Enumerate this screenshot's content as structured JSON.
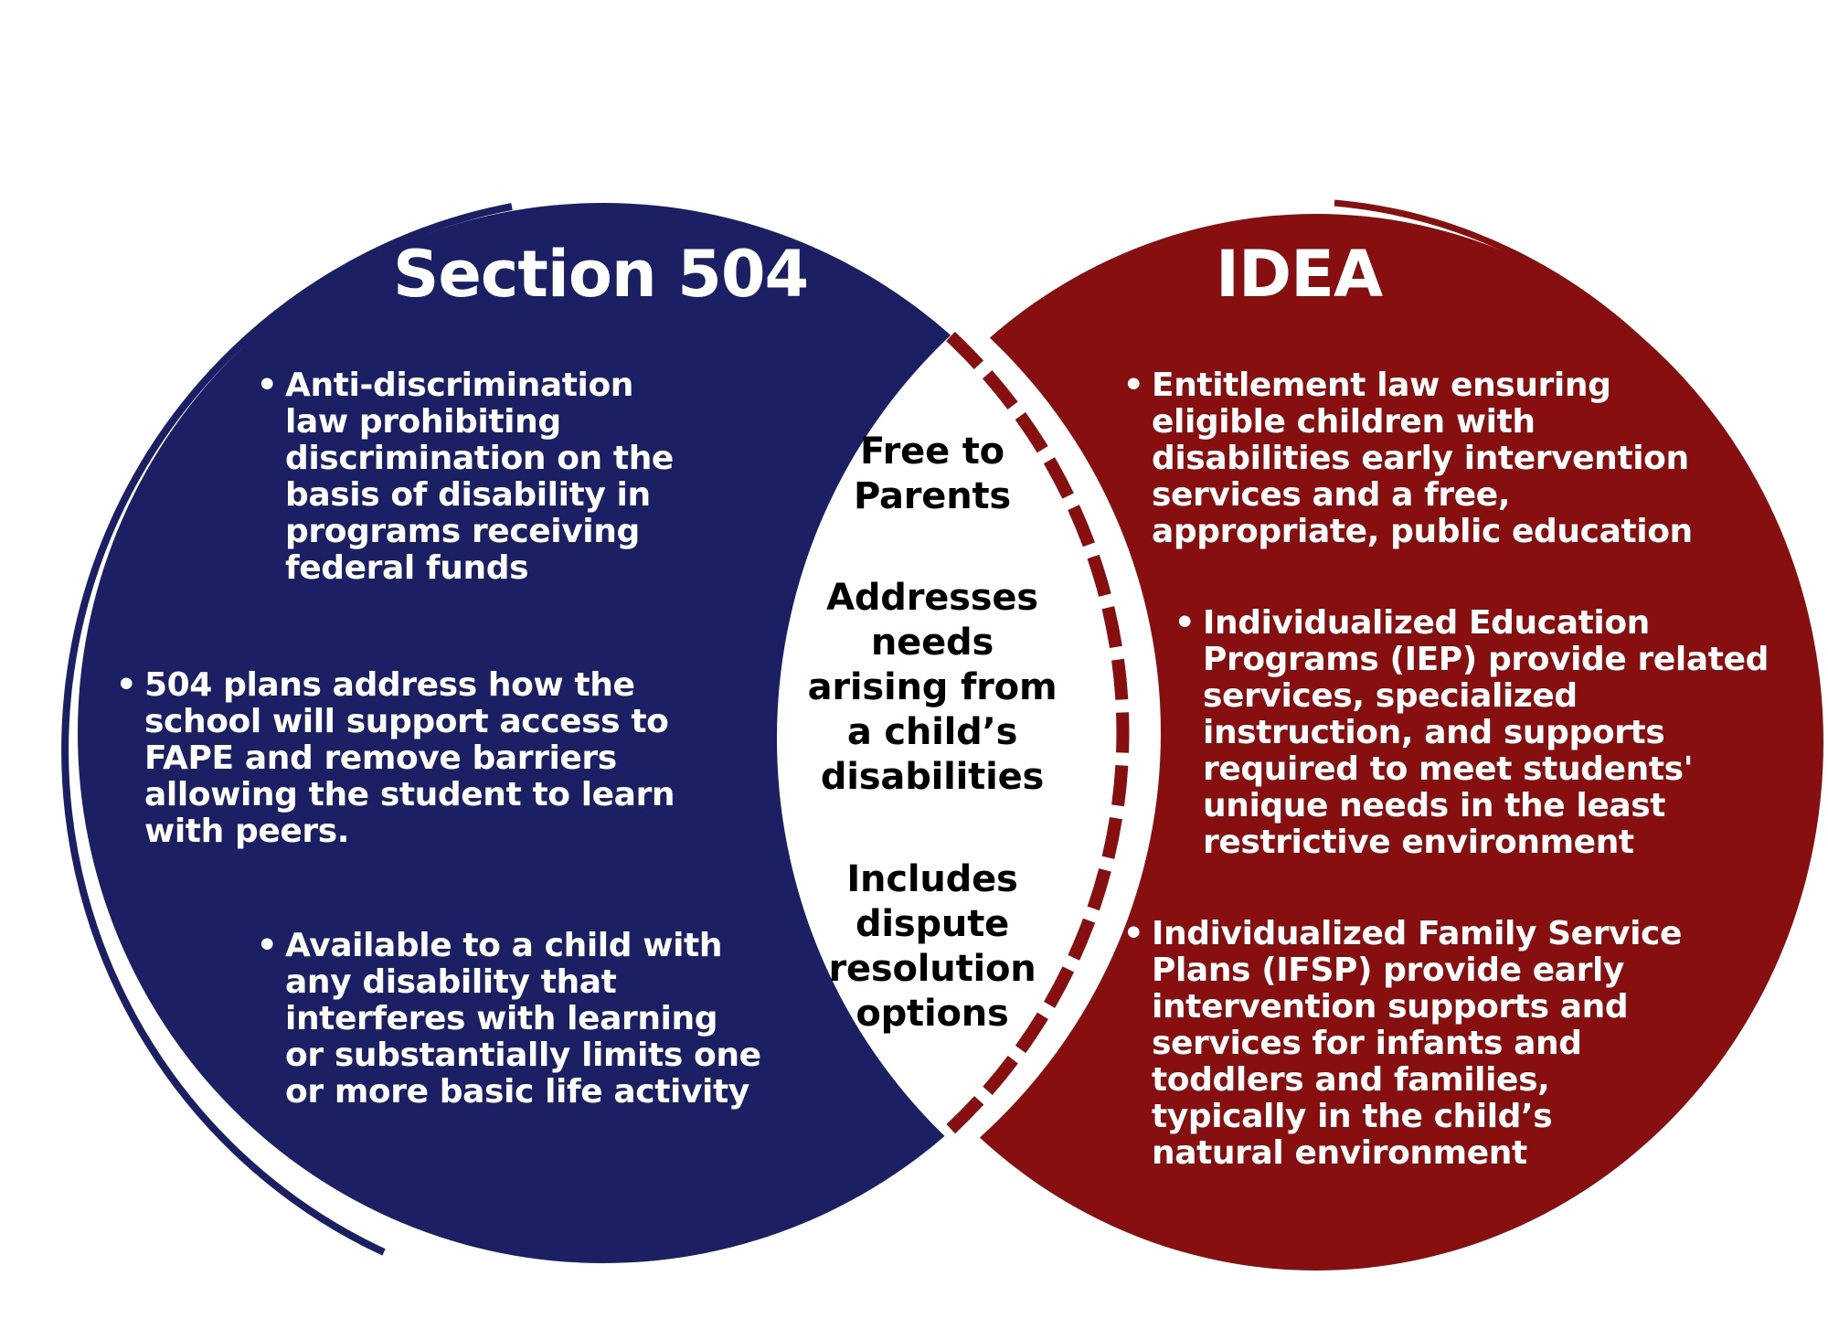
{
  "colors": {
    "section504": "#1b1f63",
    "idea": "#870f10",
    "text_on_circle": "#ffffff",
    "center_text": "#000000",
    "background": "#ffffff"
  },
  "left": {
    "title": "Section 504",
    "bullets": [
      {
        "text": "Anti-discrimination\nlaw prohibiting\ndiscrimination on the\nbasis of disability in\nprograms receiving\nfederal funds"
      },
      {
        "text": "504 plans address how the\nschool will support access to\nFAPE and remove barriers\nallowing the student to learn\nwith peers."
      },
      {
        "text": "Available to a child with\nany disability that\ninterferes with learning\nor substantially limits one\nor more basic life activity"
      }
    ]
  },
  "right": {
    "title": "IDEA",
    "bullets": [
      {
        "text": "Entitlement law ensuring\neligible children with\ndisabilities early intervention\nservices and a free,\nappropriate, public education"
      },
      {
        "text": "Individualized Education\nPrograms (IEP) provide related\nservices, specialized\ninstruction, and supports\nrequired to meet students'\nunique needs in the least\nrestrictive environment"
      },
      {
        "text": "Individualized Family Service\nPlans (IFSP) provide early\nintervention supports and\nservices for infants and\ntoddlers and families,\ntypically in the child’s\nnatural environment"
      }
    ]
  },
  "overlap": {
    "items": [
      {
        "text": "Free to\nParents"
      },
      {
        "text": "Addresses\nneeds\narising from\na child’s\ndisabilities"
      },
      {
        "text": "Includes\ndispute\nresolution\noptions"
      }
    ]
  },
  "bullet_glyph": "•"
}
